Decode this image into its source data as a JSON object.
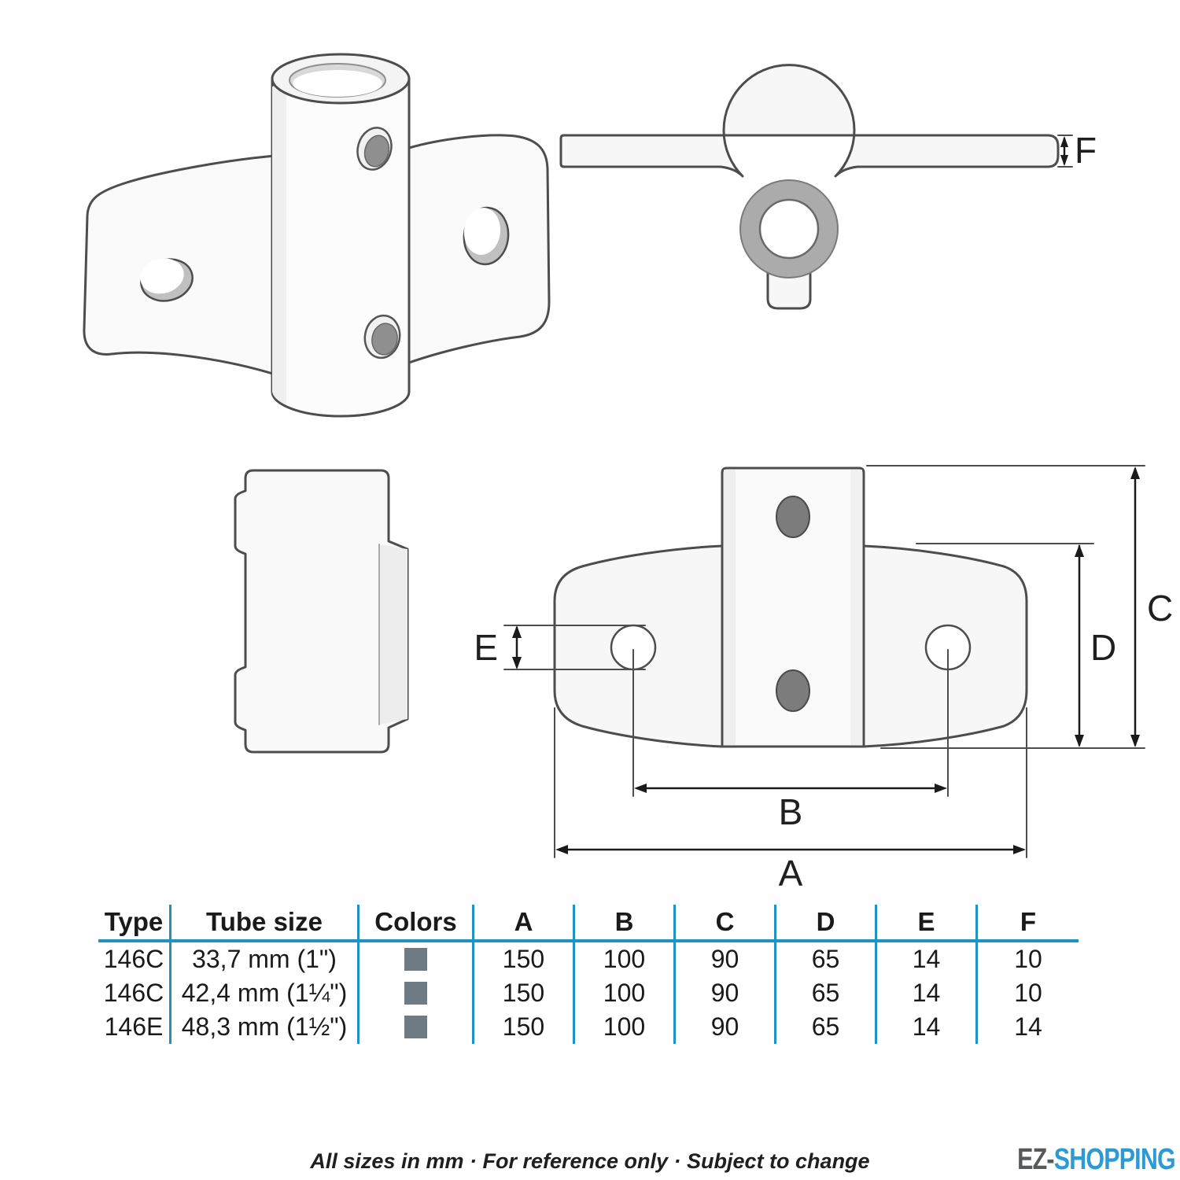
{
  "dims": {
    "A": "A",
    "B": "B",
    "C": "C",
    "D": "D",
    "E": "E",
    "F": "F"
  },
  "table": {
    "headers": [
      "Type",
      "Tube size",
      "Colors",
      "A",
      "B",
      "C",
      "D",
      "E",
      "F"
    ],
    "rows": [
      {
        "type": "146C",
        "tube_size": "33,7 mm (1\")",
        "A": "150",
        "B": "100",
        "C": "90",
        "D": "65",
        "E": "14",
        "F": "10"
      },
      {
        "type": "146C",
        "tube_size": "42,4 mm (1¼\")",
        "A": "150",
        "B": "100",
        "C": "90",
        "D": "65",
        "E": "14",
        "F": "10"
      },
      {
        "type": "146E",
        "tube_size": "48,3 mm (1½\")",
        "A": "150",
        "B": "100",
        "C": "90",
        "D": "65",
        "E": "14",
        "F": "14"
      }
    ]
  },
  "footer": {
    "note": "All sizes in mm · For reference only · Subject to change"
  },
  "logo": {
    "prefix": "EZ-",
    "name": "SHOPPING"
  },
  "colors": {
    "table_line": "#2191c0",
    "swatch_gray": "#6e7a84",
    "logo_gray": "#58595b",
    "logo_blue": "#2d9ad3",
    "outline": "#4d4d4d",
    "dimension": "#1a1a1a"
  }
}
